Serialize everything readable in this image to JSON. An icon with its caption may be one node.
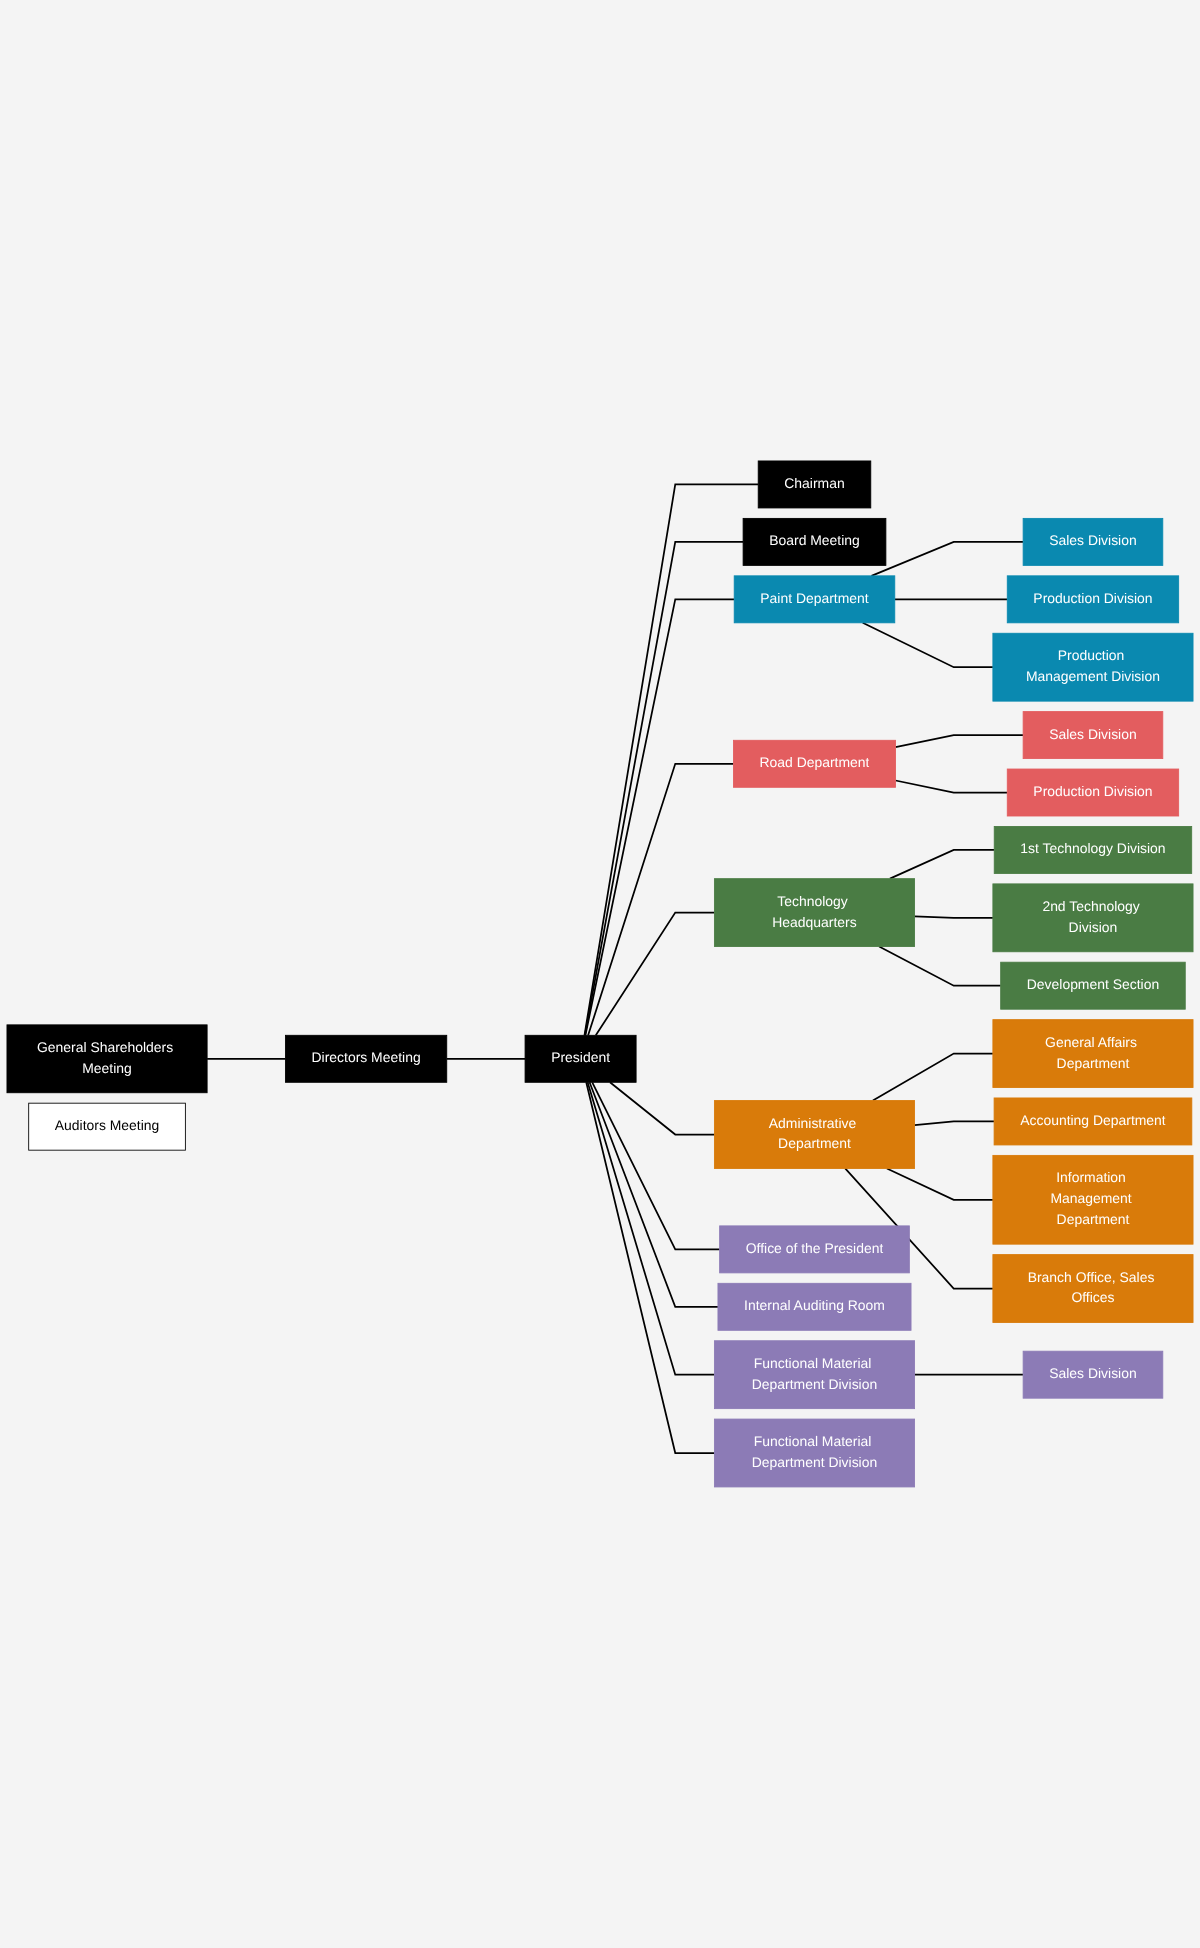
{
  "diagram": {
    "nodes": [
      {
        "text": [
          "General Shareholders Meeting"
        ]
      },
      {
        "text": [
          "Auditors Meeting"
        ]
      },
      {
        "text": [
          "Directors Meeting"
        ]
      },
      {
        "text": [
          "President"
        ]
      },
      {
        "text": [
          "Chairman"
        ]
      },
      {
        "text": [
          "Board Meeting"
        ]
      },
      {
        "text": [
          "Paint Department"
        ]
      },
      {
        "text": [
          "Sales Division"
        ]
      },
      {
        "text": [
          "Production Division"
        ]
      },
      {
        "text": [
          "Production Management Division"
        ]
      },
      {
        "text": [
          "Road Department"
        ]
      },
      {
        "text": [
          "Sales Division"
        ]
      },
      {
        "text": [
          "Production Division"
        ]
      },
      {
        "text": [
          "Technology Headquarters"
        ]
      },
      {
        "text": [
          "1st Technology Division"
        ]
      },
      {
        "text": [
          "2nd Technology Division"
        ]
      },
      {
        "text": [
          "Development Section"
        ]
      },
      {
        "text": [
          "Administrative Department"
        ]
      },
      {
        "text": [
          "General Affairs Department"
        ]
      },
      {
        "text": [
          "Accounting Department"
        ]
      },
      {
        "text": [
          "Information Management Department"
        ]
      },
      {
        "text": [
          "Branch Office, Sales Offices"
        ]
      },
      {
        "text": [
          "Office of the President"
        ]
      },
      {
        "text": [
          "Internal Auditing Room"
        ]
      },
      {
        "text": [
          "Functional Material Department Division"
        ]
      },
      {
        "text": [
          "Sales Division"
        ]
      },
      {
        "text": [
          "Functional Material Department Division"
        ]
      }
    ],
    "edges": [
      {
        "from": 0,
        "to": 2,
        "arrow": "none"
      },
      {
        "from": 2,
        "to": 3,
        "arrow": "none"
      },
      {
        "from": 3,
        "to": 4,
        "arrow": "none"
      },
      {
        "from": 3,
        "to": 5,
        "arrow": "none"
      },
      {
        "from": 3,
        "to": 6,
        "arrow": "none"
      },
      {
        "from": 6,
        "to": 7,
        "arrow": "none"
      },
      {
        "from": 6,
        "to": 8,
        "arrow": "none"
      },
      {
        "from": 6,
        "to": 9,
        "arrow": "none"
      },
      {
        "from": 3,
        "to": 10,
        "arrow": "none"
      },
      {
        "from": 10,
        "to": 11,
        "arrow": "none"
      },
      {
        "from": 10,
        "to": 12,
        "arrow": "none"
      },
      {
        "from": 3,
        "to": 13,
        "arrow": "none"
      },
      {
        "from": 13,
        "to": 14,
        "arrow": "none"
      },
      {
        "from": 13,
        "to": 15,
        "arrow": "none"
      },
      {
        "from": 13,
        "to": 16,
        "arrow": "none"
      },
      {
        "from": 3,
        "to": 17,
        "arrow": "none"
      },
      {
        "from": 17,
        "to": 18,
        "arrow": "none"
      },
      {
        "from": 17,
        "to": 19,
        "arrow": "none"
      },
      {
        "from": 17,
        "to": 20,
        "arrow": "none"
      },
      {
        "from": 17,
        "to": 21,
        "arrow": "none"
      },
      {
        "from": 3,
        "to": 22,
        "arrow": "none"
      },
      {
        "from": 3,
        "to": 23,
        "arrow": "none"
      },
      {
        "from": 3,
        "to": 24,
        "arrow": "none"
      },
      {
        "from": 24,
        "to": 25,
        "arrow": "none"
      },
      {
        "from": 3,
        "to": 26,
        "arrow": "none"
      }
    ]
  }
}
